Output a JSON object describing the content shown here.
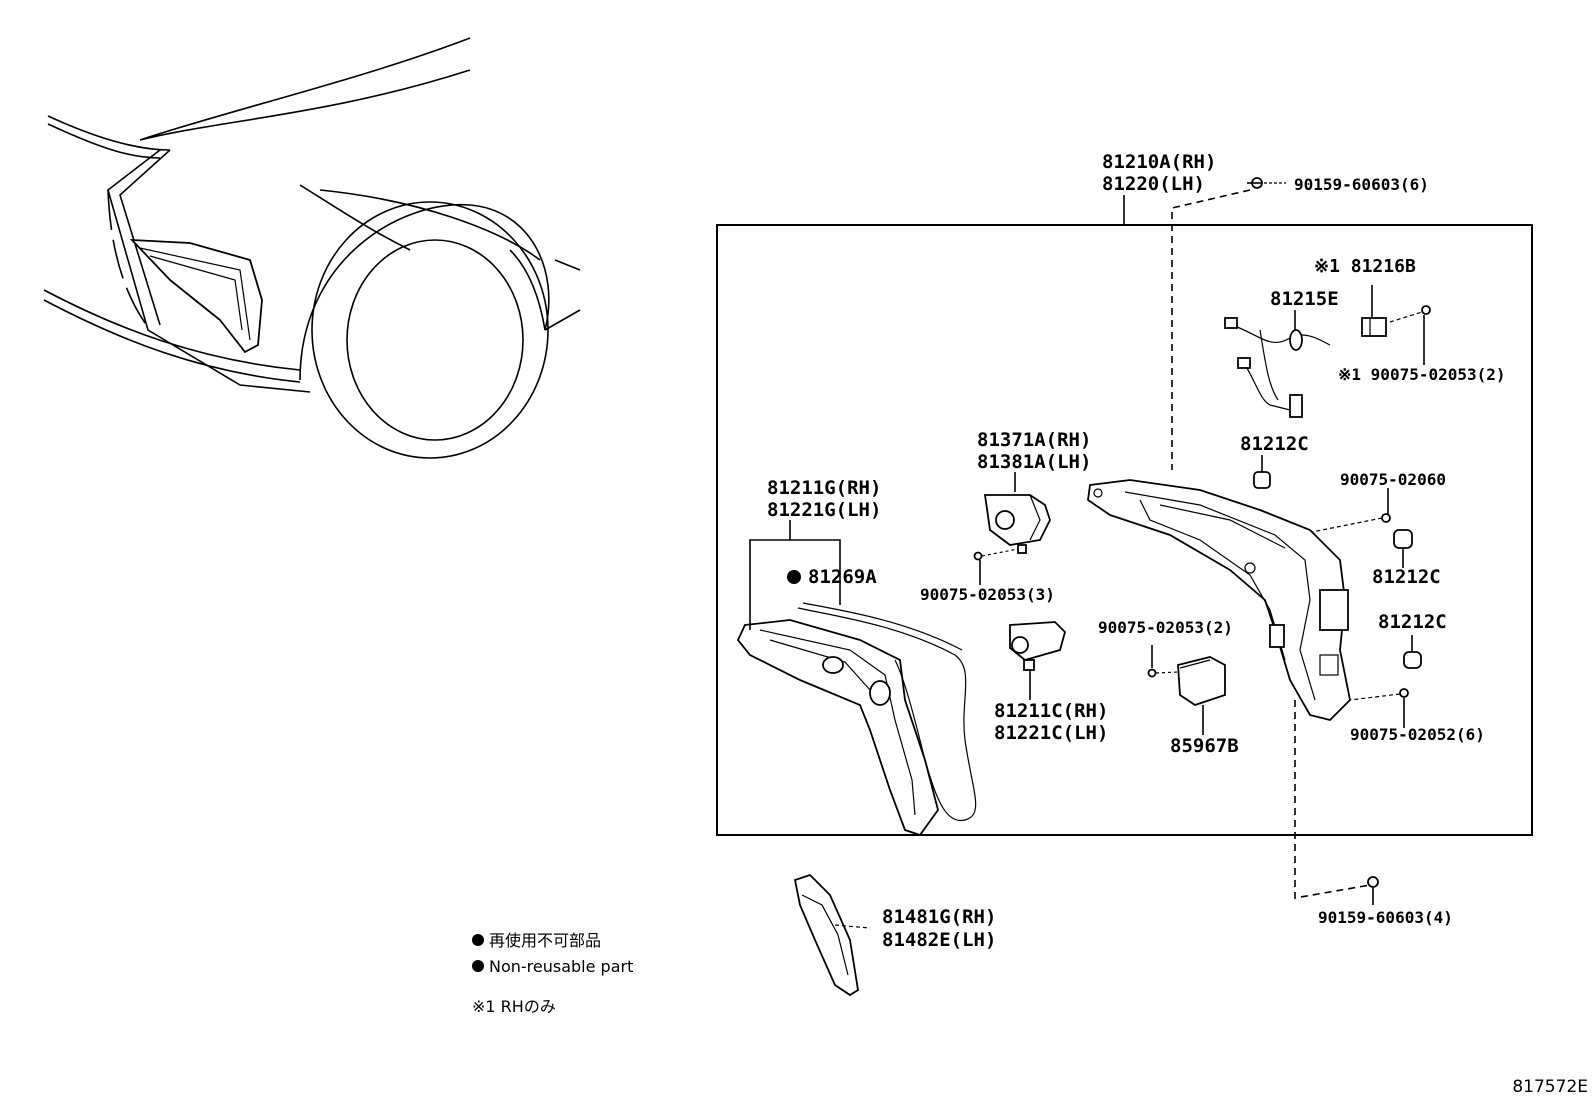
{
  "parts": {
    "p81210": [
      "81210A(RH)",
      "81220(LH)"
    ],
    "p90159_top": "90159-60603(6)",
    "p81216b": "※1 81216B",
    "p81215e": "81215E",
    "p90075_02053_rh": "※1 90075-02053(2)",
    "p81212c_a": "81212C",
    "p81371": [
      "81371A(RH)",
      "81381A(LH)"
    ],
    "p90075_02060": "90075-02060",
    "p81211g": [
      "81211G(RH)",
      "81221G(LH)"
    ],
    "p81212c_b": "81212C",
    "p81269a": "81269A",
    "p90075_02053_3": "90075-02053(3)",
    "p81212c_c": "81212C",
    "p90075_02053_2": "90075-02053(2)",
    "p81211c": [
      "81211C(RH)",
      "81221C(LH)"
    ],
    "p85967b": "85967B",
    "p90075_02052": "90075-02052(6)",
    "p90159_bottom": "90159-60603(4)",
    "p81481g": [
      "81481G(RH)",
      "81482E(LH)"
    ]
  },
  "legend": {
    "jp": "再使用不可部品",
    "en": "Non-reusable part",
    "note": "※1 RHのみ"
  },
  "figure_id": "817572E"
}
